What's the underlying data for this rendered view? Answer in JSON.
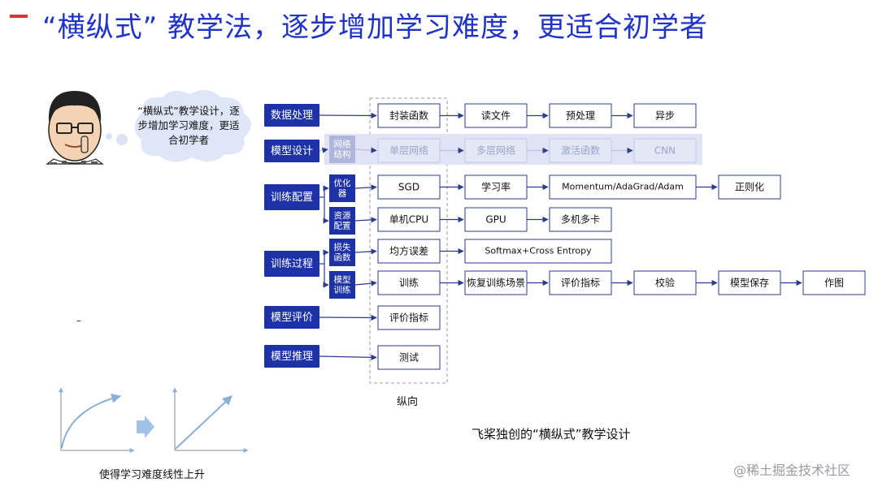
{
  "title": "“横纵式” 教学法，逐步增加学习难度，更适合初学者",
  "speech_bubble": "“横纵式”教学设计，逐步增加学习难度，更适合初学者",
  "vertical_label": "纵向",
  "caption_right": "飞桨独创的“横纵式”教学设计",
  "caption_left": "使得学习难度线性上升",
  "watermark": "@稀土掘金技术社区",
  "dash_mark": "–",
  "diagram": {
    "main_steps": [
      "数据处理",
      "模型设计",
      "训练配置",
      "训练过程",
      "模型评价",
      "模型推理"
    ],
    "sub_categories": [
      "网络结构",
      "优化器",
      "资源配置",
      "损失函数",
      "模型训练"
    ],
    "rows": [
      [
        "封装函数",
        "读文件",
        "预处理",
        "异步"
      ],
      [
        "单层网络",
        "多层网络",
        "激活函数",
        "CNN"
      ],
      [
        "SGD",
        "学习率",
        "Momentum/AdaGrad/Adam",
        "正则化"
      ],
      [
        "单机CPU",
        "GPU",
        "多机多卡"
      ],
      [
        "均方误差",
        "Softmax+Cross Entropy"
      ],
      [
        "训练",
        "恢复训练场景",
        "评价指标",
        "校验",
        "模型保存",
        "作图"
      ],
      [
        "评价指标"
      ],
      [
        "测试"
      ]
    ]
  },
  "colors": {
    "title": "#1f33c8",
    "accent_red": "#e0322b",
    "step_fill": "#1e32a8",
    "node_border": "#2b3a8f",
    "highlight_band": "#dfe3f5",
    "muted_text": "#9aa3c8"
  }
}
